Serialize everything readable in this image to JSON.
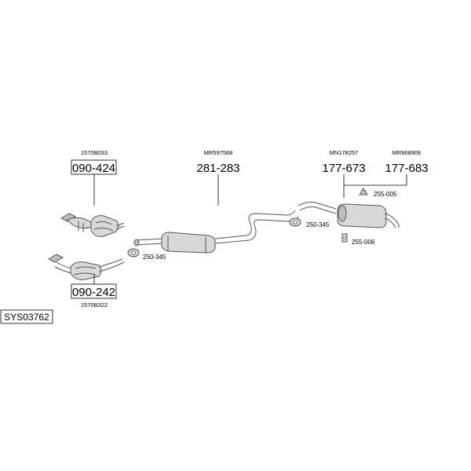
{
  "parts": {
    "cat_upper": {
      "number": "090-424",
      "ref": "1570B033"
    },
    "cat_lower": {
      "number": "090-242",
      "ref": "1570B322"
    },
    "middle_silencer": {
      "number": "281-283",
      "ref": "MR597568"
    },
    "rear_silencer_a": {
      "number": "177-673",
      "ref": "MN178257"
    },
    "rear_silencer_b": {
      "number": "177-683",
      "ref": "MR968906"
    }
  },
  "fittings": {
    "clamp_front": "250-345",
    "clamp_rear": "250-345",
    "hanger_top": "255-005",
    "hanger_bottom": "255-006"
  },
  "system_code": "SYS03762"
}
